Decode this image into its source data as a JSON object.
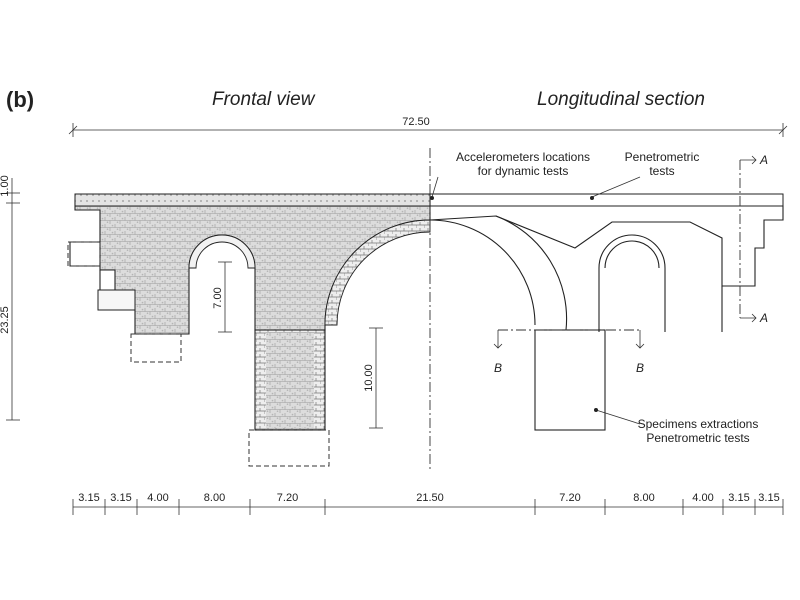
{
  "panel_label": "(b)",
  "views": {
    "left": "Frontal view",
    "right": "Longitudinal section"
  },
  "total_length": "72.50",
  "heights": {
    "deck": "1.00",
    "total": "23.25",
    "side_arch": "7.00",
    "pier": "10.00"
  },
  "annotations": {
    "accel_line1": "Accelerometers locations",
    "accel_line2": "for dynamic tests",
    "pen_line1": "Penetrometric",
    "pen_line2": "tests",
    "spec_line1": "Specimens extractions",
    "spec_line2": "Penetrometric tests"
  },
  "section_marks": {
    "a_top": "A",
    "a_bottom": "A",
    "b_left": "B",
    "b_right": "B"
  },
  "bottom_dimensions": [
    "3.15",
    "3.15",
    "4.00",
    "8.00",
    "7.20",
    "21.50",
    "7.20",
    "8.00",
    "4.00",
    "3.15",
    "3.15"
  ],
  "colors": {
    "line": "#222222",
    "masonry_fill": "#d9d9d9"
  }
}
